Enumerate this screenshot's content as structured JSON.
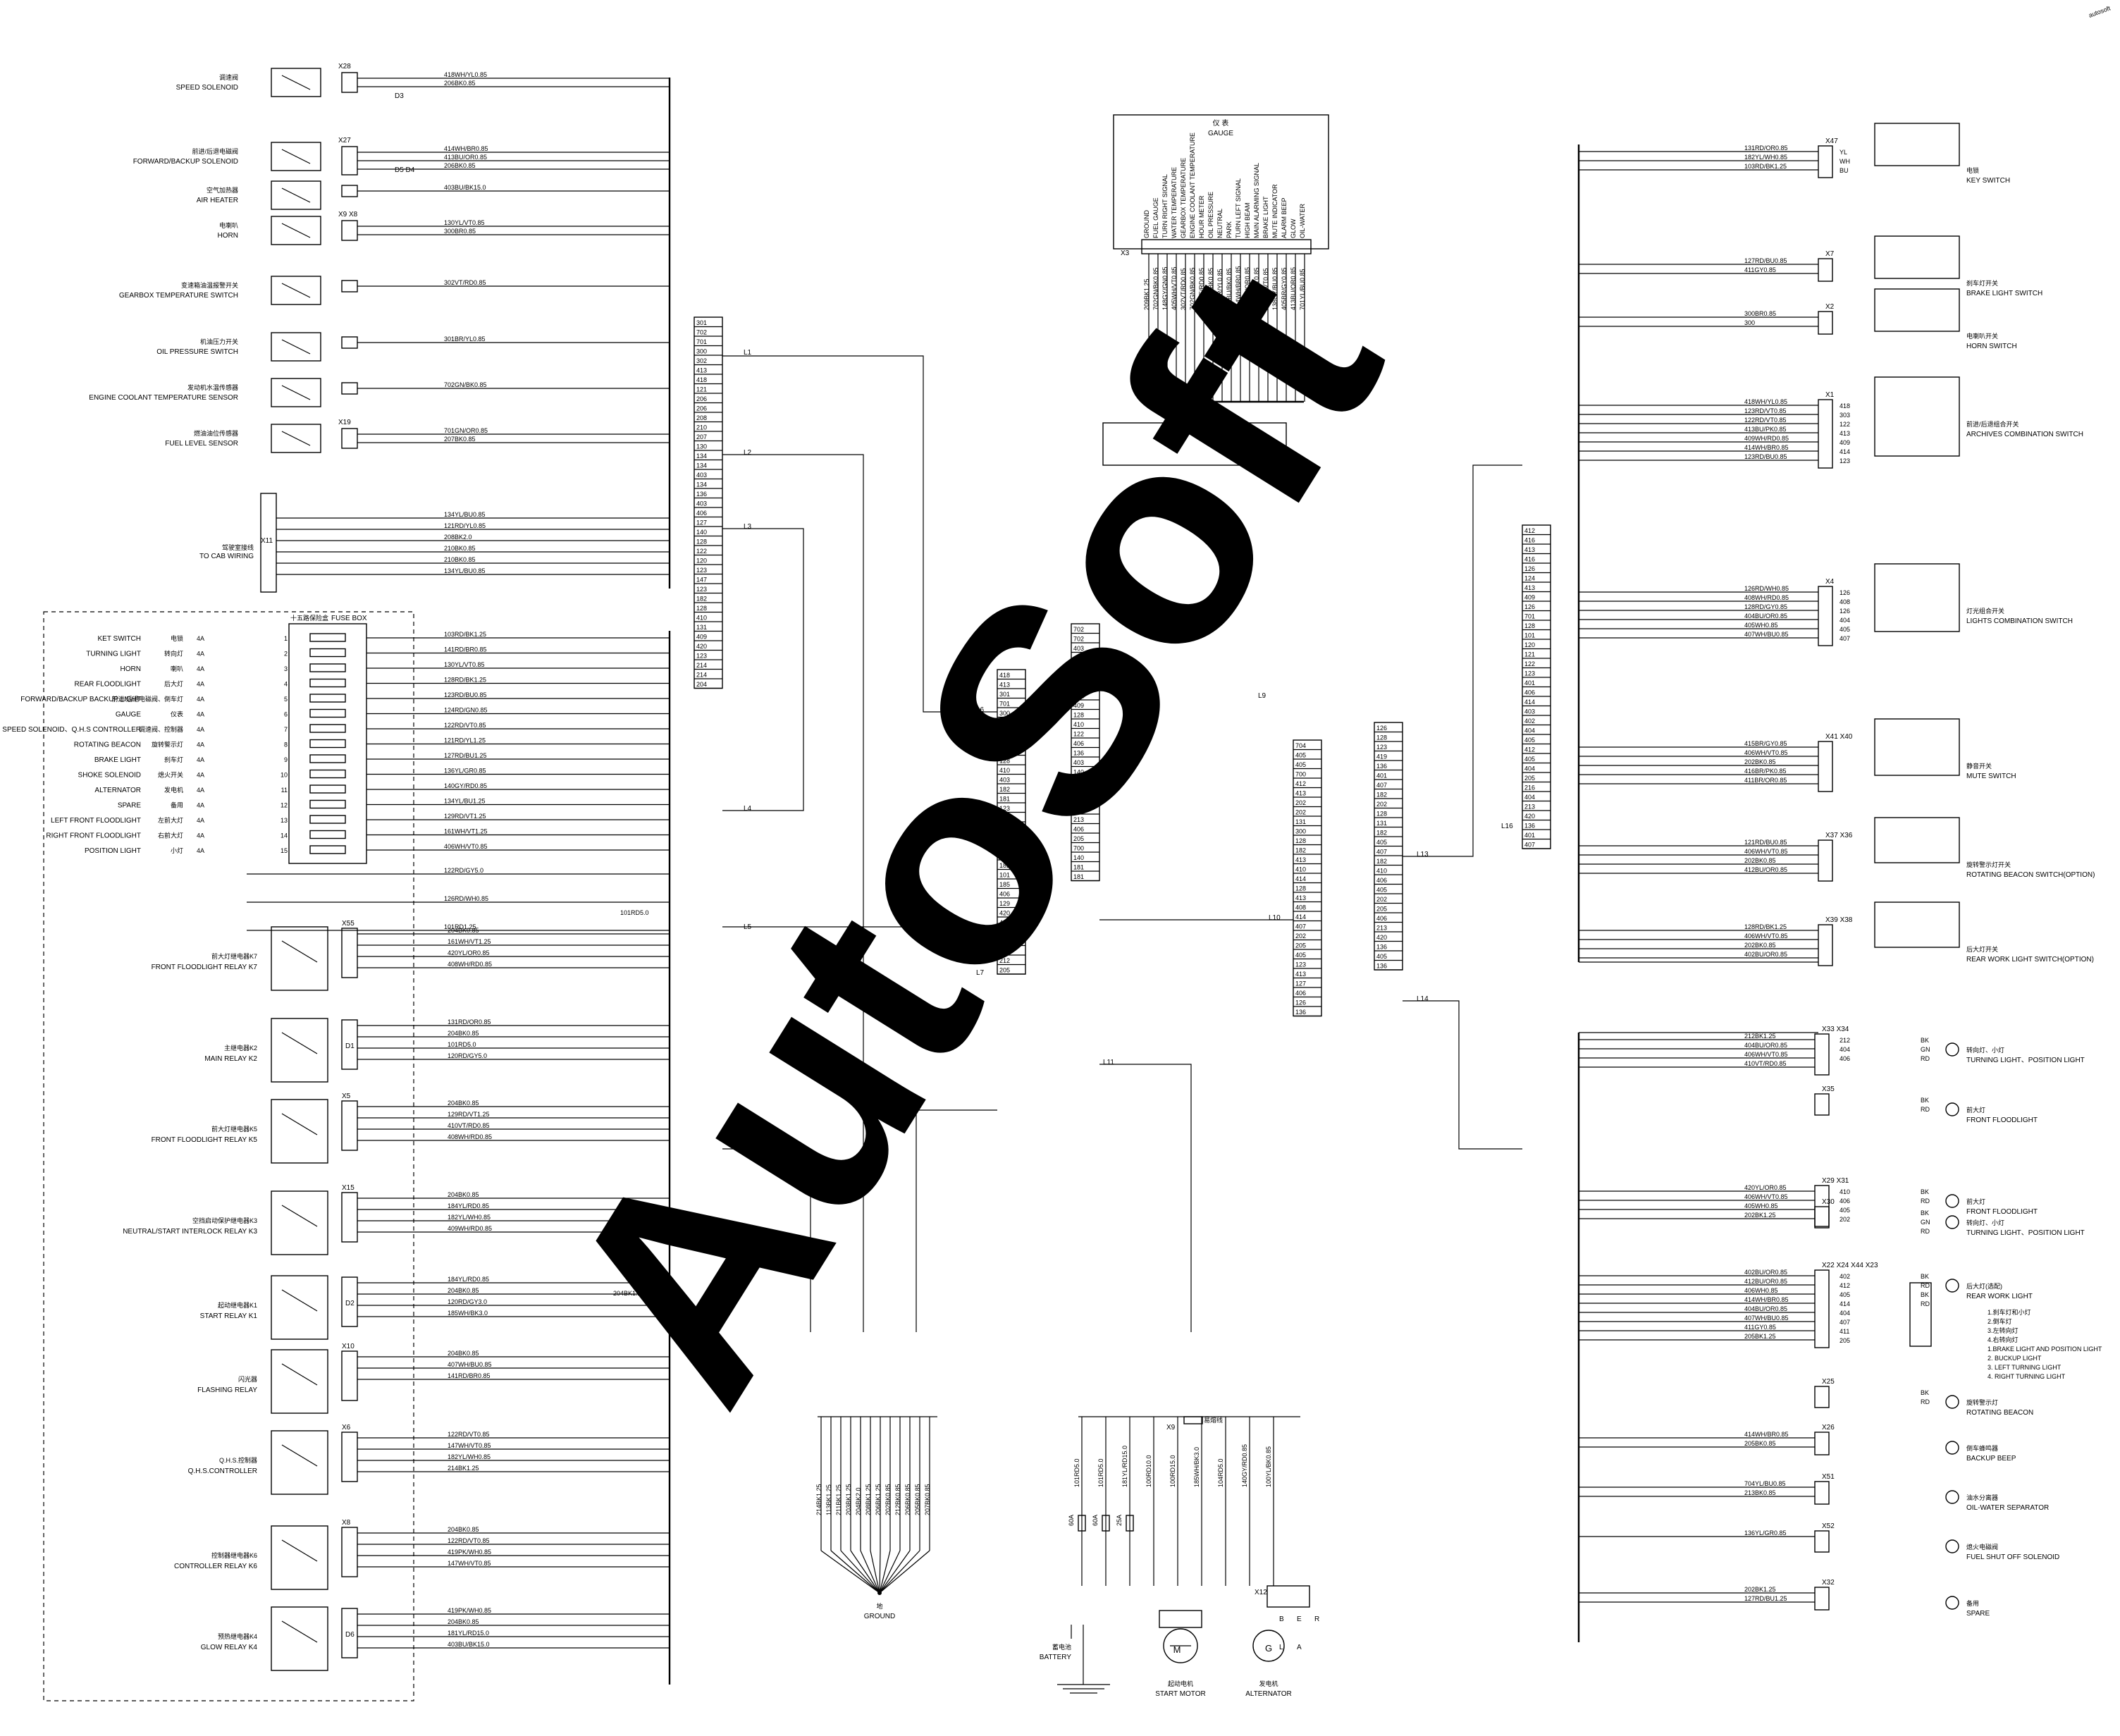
{
  "diagram": {
    "gauge": {
      "title_cn": "仪 表",
      "title": "GAUGE",
      "connector": "X3",
      "pins": [
        "GROUND",
        "FUEL GAUGE",
        "TURN RIGHT SIGNAL",
        "WATER TEMPERATURE",
        "GEARBOX TEMPERATURE",
        "ENGINE COOLANT TEMPERATURE",
        "HOUR METER",
        "OIL PRESSURE",
        "NEUTRAL",
        "PARK",
        "TURN LEFT SIGNAL",
        "HIGH BEAM",
        "MAIN ALARMING SIGNAL",
        "BRAKE LIGHT",
        "MUTE INDICATOR",
        "ALARM BEEP",
        "GLOW",
        "OIL-WATER"
      ],
      "wires": [
        "209BK1.25",
        "702GN/BK0.85",
        "148GY/GN0.85",
        "405WH/VT0.85",
        "302VT/RD0.85",
        "702GN/BK0.85",
        "202YE/RD0.85",
        "201RD/BK0.85",
        "300BR/YL0.85",
        "401BU/BK0.85",
        "414WH/BR0.85",
        "404BU/OR0.85",
        "415BR/GY0.85",
        "129RD/VT0.85",
        "138GY/BU0.85",
        "405BR/GY0.85",
        "413BU/OR0.85",
        "701YL/BU0.85"
      ]
    },
    "left_components": [
      {
        "cn": "调速阀",
        "label": "SPEED SOLENOID",
        "connector": "X28",
        "wires": [
          "418WH/YL0.85",
          "206BK0.85"
        ],
        "diode": "D3"
      },
      {
        "cn": "前进/后退电磁阀",
        "label": "FORWARD/BACKUP SOLENOID",
        "connector": "X27",
        "wires": [
          "414WH/BR0.85",
          "413BU/OR0.85",
          "206BK0.85"
        ],
        "diode": "D5  D4"
      },
      {
        "cn": "空气加热器",
        "label": "AIR HEATER",
        "connector": "",
        "wires": [
          "403BU/BK15.0"
        ],
        "diode": ""
      },
      {
        "cn": "电喇叭",
        "label": "HORN",
        "connector": "X9 X8",
        "wires": [
          "130YL/VT0.85",
          "300BR0.85"
        ],
        "diode": ""
      },
      {
        "cn": "变速箱油温报警开关",
        "label": "GEARBOX TEMPERATURE SWITCH",
        "connector": "",
        "wires": [
          "302VT/RD0.85"
        ],
        "diode": ""
      },
      {
        "cn": "机油压力开关",
        "label": "OIL PRESSURE SWITCH",
        "connector": "",
        "wires": [
          "301BR/YL0.85"
        ],
        "diode": ""
      },
      {
        "cn": "发动机水温传感器",
        "label": "ENGINE COOLANT TEMPERATURE SENSOR",
        "connector": "",
        "wires": [
          "702GN/BK0.85"
        ],
        "diode": ""
      },
      {
        "cn": "燃油油位传感器",
        "label": "FUEL LEVEL SENSOR",
        "connector": "X19",
        "wires": [
          "701GN/OR0.85",
          "207BK0.85"
        ],
        "diode": ""
      }
    ],
    "cab_wiring": {
      "connector": "X11",
      "cn": "驾驶室接线",
      "label": "TO CAB WIRING",
      "wires": [
        "134YL/BU0.85",
        "121RD/YL0.85",
        "208BK2.0",
        "210BK0.85",
        "210BK0.85",
        "134YL/BU0.85"
      ]
    },
    "fuse_box": {
      "title_cn": "十五路保险盒",
      "title": "FUSE BOX",
      "fuses": [
        {
          "n": "1",
          "name": "KET SWITCH",
          "cn": "电锁",
          "a": "4A",
          "wire": "103RD/BK1.25"
        },
        {
          "n": "2",
          "name": "TURNING LIGHT",
          "cn": "转向灯",
          "a": "4A",
          "wire": "141RD/BR0.85"
        },
        {
          "n": "3",
          "name": "HORN",
          "cn": "喇叭",
          "a": "4A",
          "wire": "130YL/VT0.85"
        },
        {
          "n": "4",
          "name": "REAR FLOODLIGHT",
          "cn": "后大灯",
          "a": "4A",
          "wire": "128RD/BK1.25"
        },
        {
          "n": "5",
          "name": "FORWARD/BACKUP BACKUP LIGHT",
          "cn": "前进/后退电磁阀、倒车灯",
          "a": "4A",
          "wire": "123RD/BU0.85"
        },
        {
          "n": "6",
          "name": "GAUGE",
          "cn": "仪表",
          "a": "4A",
          "wire": "124RD/GN0.85"
        },
        {
          "n": "7",
          "name": "SPEED SOLENOID、Q.H.S CONTROLLER",
          "cn": "调速阀、控制器",
          "a": "4A",
          "wire": "122RD/VT0.85"
        },
        {
          "n": "8",
          "name": "ROTATING BEACON",
          "cn": "旋转警示灯",
          "a": "4A",
          "wire": "121RD/YL1.25"
        },
        {
          "n": "9",
          "name": "BRAKE LIGHT",
          "cn": "刹车灯",
          "a": "4A",
          "wire": "127RD/BU1.25"
        },
        {
          "n": "10",
          "name": "SHOKE SOLENOID",
          "cn": "熄火开关",
          "a": "4A",
          "wire": "136YL/GR0.85"
        },
        {
          "n": "11",
          "name": "ALTERNATOR",
          "cn": "发电机",
          "a": "4A",
          "wire": "140GY/RD0.85"
        },
        {
          "n": "12",
          "name": "SPARE",
          "cn": "备用",
          "a": "4A",
          "wire": "134YL/BU1.25"
        },
        {
          "n": "13",
          "name": "LEFT FRONT FLOODLIGHT",
          "cn": "左前大灯",
          "a": "4A",
          "wire": "129RD/VT1.25"
        },
        {
          "n": "14",
          "name": "RIGHT FRONT FLOODLIGHT",
          "cn": "右前大灯",
          "a": "4A",
          "wire": "161WH/VT1.25"
        },
        {
          "n": "15",
          "name": "POSITION LIGHT",
          "cn": "小灯",
          "a": "4A",
          "wire": "406WH/VT0.85"
        }
      ],
      "extra_wires": [
        "122RD/GY5.0",
        "126RD/WH0.85",
        "101RD1.25"
      ]
    },
    "relays": [
      {
        "cn": "前大灯继电器K7",
        "label": "FRONT FLOODLIGHT RELAY K7",
        "connector": "X55",
        "wires": [
          "204BK0.85",
          "161WH/VT1.25",
          "420YL/OR0.85",
          "408WH/RD0.85"
        ]
      },
      {
        "cn": "主继电器K2",
        "label": "MAIN RELAY K2",
        "connector": "",
        "wires": [
          "131RD/OR0.85",
          "204BK0.85",
          "101RD5.0",
          "120RD/GY5.0"
        ],
        "diode": "D1"
      },
      {
        "cn": "前大灯继电器K5",
        "label": "FRONT FLOODLIGHT RELAY K5",
        "connector": "X5",
        "wires": [
          "204BK0.85",
          "129RD/VT1.25",
          "410VT/RD0.85",
          "408WH/RD0.85"
        ]
      },
      {
        "cn": "空挡启动保护继电器K3",
        "label": "NEUTRAL/START INTERLOCK RELAY K3",
        "connector": "X15",
        "wires": [
          "204BK0.85",
          "184YL/RD0.85",
          "182YL/WH0.85",
          "409WH/RD0.85"
        ]
      },
      {
        "cn": "起动继电器K1",
        "label": "START RELAY K1",
        "connector": "",
        "wires": [
          "184YL/RD0.85",
          "204BK0.85",
          "120RD/GY3.0",
          "185WH/BK3.0"
        ],
        "diode": "D2"
      },
      {
        "cn": "闪光器",
        "label": "FLASHING RELAY",
        "connector": "X10",
        "wires": [
          "204BK0.85",
          "407WH/BU0.85",
          "141RD/BR0.85"
        ]
      },
      {
        "cn": "Q.H.S.控制器",
        "label": "Q.H.S.CONTROLLER",
        "connector": "X6",
        "wires": [
          "122RD/VT0.85",
          "147WH/VT0.85",
          "182YL/WH0.85",
          "214BK1.25"
        ]
      },
      {
        "cn": "控制器继电器K6",
        "label": "CONTROLLER RELAY K6",
        "connector": "X8",
        "wires": [
          "204BK0.85",
          "122RD/VT0.85",
          "419PK/WH0.85",
          "147WH/VT0.85"
        ]
      },
      {
        "cn": "预热继电器K4",
        "label": "GLOW RELAY K4",
        "connector": "",
        "wires": [
          "419PK/WH0.85",
          "204BK0.85",
          "181YL/RD15.0",
          "403BU/BK15.0"
        ],
        "diode": "D6"
      }
    ],
    "misc_labels": [
      "101RD5.0",
      "204BK1.25",
      "L1",
      "L2",
      "L3",
      "L4",
      "L5",
      "L6",
      "L7",
      "L8",
      "L9",
      "L10",
      "L11",
      "L12",
      "L13",
      "L14",
      "L16"
    ],
    "bus_numbers_a": [
      "301",
      "702",
      "701",
      "300",
      "302",
      "413",
      "418",
      "121",
      "206",
      "206",
      "208",
      "210",
      "207",
      "130",
      "134",
      "134",
      "403",
      "134",
      "136",
      "403",
      "406",
      "127",
      "140",
      "128",
      "122",
      "120",
      "123",
      "147",
      "123",
      "182",
      "128",
      "410",
      "131",
      "409",
      "420",
      "123",
      "214",
      "214",
      "204"
    ],
    "bus_numbers_b": [
      "418",
      "413",
      "301",
      "701",
      "300",
      "302",
      "121",
      "121",
      "409",
      "128",
      "410",
      "403",
      "182",
      "181",
      "123",
      "103",
      "122",
      "131",
      "103",
      "122",
      "182",
      "101",
      "185",
      "406",
      "129",
      "420",
      "406",
      "140",
      "406",
      "203",
      "212",
      "205"
    ],
    "bus_numbers_c": [
      "702",
      "702",
      "403",
      "403",
      "404",
      "203",
      "420",
      "121",
      "409",
      "128",
      "410",
      "122",
      "406",
      "136",
      "403",
      "140",
      "182",
      "408",
      "406",
      "202",
      "213",
      "406",
      "205",
      "700",
      "140",
      "181",
      "181"
    ],
    "bus_numbers_d": [
      "704",
      "405",
      "405",
      "700",
      "412",
      "413",
      "202",
      "202",
      "131",
      "300",
      "128",
      "182",
      "413",
      "410",
      "414",
      "128",
      "413",
      "408",
      "414",
      "407",
      "202",
      "205",
      "405",
      "123",
      "413",
      "127",
      "406",
      "126",
      "136"
    ],
    "bus_numbers_e": [
      "126",
      "128",
      "123",
      "419",
      "136",
      "401",
      "407",
      "182",
      "202",
      "128",
      "131",
      "182",
      "405",
      "407",
      "182",
      "410",
      "406",
      "405",
      "202",
      "205",
      "406",
      "213",
      "420",
      "136",
      "405",
      "136"
    ],
    "bus_numbers_f": [
      "412",
      "416",
      "413",
      "416",
      "126",
      "124",
      "413",
      "409",
      "126",
      "701",
      "128",
      "101",
      "120",
      "121",
      "122",
      "123",
      "401",
      "406",
      "414",
      "403",
      "402",
      "404",
      "405",
      "412",
      "405",
      "404",
      "205",
      "216",
      "404",
      "213",
      "420",
      "136",
      "401",
      "407"
    ],
    "ground": {
      "cn": "地",
      "label": "GROUND",
      "wires": [
        "214BK1.25",
        "113BK1.25",
        "211BK1.25",
        "203BK1.25",
        "204BK2.0",
        "208BK1.25",
        "206BK1.25",
        "202BK0.85",
        "212BK0.85",
        "206BK0.85",
        "205BK0.85",
        "207BK0.85"
      ]
    },
    "power": {
      "fuses": [
        "60A",
        "60A",
        "25A"
      ],
      "wires": [
        "101RD5.0",
        "101RD5.0",
        "181YL/RD15.0",
        "100RD10.0",
        "100RD15.0",
        "185WH/BK3.0",
        "104RD5.0",
        "140GY/RD0.85",
        "100YL/BK0.85"
      ],
      "battery_cn": "蓄电池",
      "battery": "BATTERY",
      "motor_cn": "起动电机",
      "motor": "START MOTOR",
      "alt_cn": "发电机",
      "alt": "ALTERNATOR",
      "x12": "X12",
      "x9": "X9",
      "fuse_cn": "易熔线",
      "pins": [
        "B",
        "E",
        "R",
        "L",
        "A"
      ]
    },
    "right_top": [
      {
        "connector": "X47",
        "cn": "电锁",
        "label": "KEY SWITCH",
        "wires": [
          "131RD/OR0.85",
          "182YL/WH0.85",
          "103RD/BK1.25"
        ],
        "pins": [
          "YL",
          "WH",
          "BU"
        ]
      },
      {
        "connector": "X7",
        "cn": "刹车灯开关",
        "label": "BRAKE LIGHT SWITCH",
        "wires": [
          "127RD/BU0.85",
          "411GY0.85"
        ]
      },
      {
        "connector": "X2",
        "cn": "电喇叭开关",
        "label": "HORN SWITCH",
        "wires": [
          "300BR0.85",
          "300"
        ]
      },
      {
        "connector": "X1",
        "cn": "前进/后退组合开关",
        "label": "ARCHIVES COMBINATION SWITCH",
        "wires": [
          "418WH/YL0.85",
          "123RD/VT0.85",
          "122RD/VT0.85",
          "413BU/PK0.85",
          "409WH/RD0.85",
          "414WH/BR0.85",
          "123RD/BU0.85"
        ],
        "pins": [
          "418",
          "303",
          "122",
          "413",
          "409",
          "414",
          "123"
        ]
      },
      {
        "connector": "X4",
        "cn": "灯光组合开关",
        "label": "LIGHTS COMBINATION SWITCH",
        "wires": [
          "126RD/WH0.85",
          "408WH/RD0.85",
          "128RD/GY0.85",
          "404BU/OR0.85",
          "405WH0.85",
          "407WH/BU0.85"
        ],
        "pins": [
          "126",
          "408",
          "126",
          "404",
          "405",
          "407"
        ]
      },
      {
        "connector": "X41 X40",
        "cn": "静音开关",
        "label": "MUTE SWITCH",
        "wires": [
          "415BR/GY0.85",
          "406WH/VT0.85",
          "202BK0.85",
          "416BR/PK0.85",
          "411BR/OR0.85"
        ]
      },
      {
        "connector": "X37 X36",
        "cn": "旋转警示灯开关",
        "label": "ROTATING BEACON SWITCH(OPTION)",
        "wires": [
          "121RD/BU0.85",
          "406WH/VT0.85",
          "202BK0.85",
          "412BU/OR0.85"
        ]
      },
      {
        "connector": "X39 X38",
        "cn": "后大灯开关",
        "label": "REAR WORK LIGHT SWITCH(OPTION)",
        "wires": [
          "128RD/BK1.25",
          "406WH/VT0.85",
          "202BK0.85",
          "402BU/OR0.85"
        ]
      }
    ],
    "right_bottom": [
      {
        "connector": "X33 X34",
        "cn": "转向灯、小灯",
        "label": "TURNING LIGHT、POSITION LIGHT",
        "wires": [
          "212BK1.25",
          "404BU/OR0.85",
          "406WH/VT0.85",
          "410VT/RD0.85"
        ],
        "pins": [
          "212",
          "404",
          "406"
        ],
        "colors": [
          "BK",
          "GN",
          "RD"
        ]
      },
      {
        "connector": "X35",
        "cn": "前大灯",
        "label": "FRONT FLOODLIGHT",
        "wires": [],
        "colors": [
          "BK",
          "RD"
        ]
      },
      {
        "connector": "X29 X31",
        "cn": "前大灯",
        "label": "FRONT FLOODLIGHT",
        "wires": [
          "420YL/OR0.85",
          "406WH/VT0.85",
          "405WH0.85",
          "202BK1.25"
        ],
        "pins": [
          "410",
          "406",
          "405",
          "202"
        ],
        "colors": [
          "BK",
          "RD"
        ]
      },
      {
        "connector": "X30",
        "cn": "转向灯、小灯",
        "label": "TURNING LIGHT、POSITION LIGHT",
        "wires": [],
        "colors": [
          "BK",
          "GN",
          "RD"
        ]
      },
      {
        "connector": "X22 X24 X44 X23",
        "cn": "后大灯(选配)",
        "label": "REAR WORK LIGHT",
        "wires": [
          "402BU/OR0.85",
          "412BU/OR0.85",
          "406WH0.85",
          "414WH/BR0.85",
          "404BU/OR0.85",
          "407WH/BU0.85",
          "411GY0.85",
          "205BK1.25"
        ],
        "pins": [
          "402",
          "412",
          "405",
          "414",
          "404",
          "407",
          "411",
          "205"
        ],
        "items": [
          "1.刹车灯和小灯",
          "2.倒车灯",
          "3.左转向灯",
          "4.右转向灯",
          "1.BRAKE LIGHT AND POSITION LIGHT",
          "2. BUCKUP LIGHT",
          "3. LEFT TURNING LIGHT",
          "4. RIGHT TURNING LIGHT"
        ],
        "colors": [
          "BK",
          "RD",
          "BK",
          "RD"
        ]
      },
      {
        "connector": "X25",
        "cn": "旋转警示灯",
        "label": "ROTATING BEACON",
        "wires": [],
        "colors": [
          "BK",
          "RD"
        ]
      },
      {
        "connector": "X26",
        "cn": "倒车蜂鸣器",
        "label": "BACKUP BEEP",
        "wires": [
          "414WH/BR0.85",
          "205BK0.85"
        ]
      },
      {
        "connector": "X51",
        "cn": "油水分离器",
        "label": "OIL-WATER SEPARATOR",
        "wires": [
          "704YL/BU0.85",
          "213BK0.85"
        ]
      },
      {
        "connector": "X52",
        "cn": "熄火电磁阀",
        "label": "FUEL SHUT OFF SOLENOID",
        "wires": [
          "136YL/GR0.85"
        ]
      },
      {
        "connector": "X32",
        "cn": "备用",
        "label": "SPARE",
        "wires": [
          "202BK1.25",
          "127RD/BU1.25"
        ]
      }
    ],
    "watermark": "AutoSoft",
    "corner_mark": "autosoft"
  }
}
